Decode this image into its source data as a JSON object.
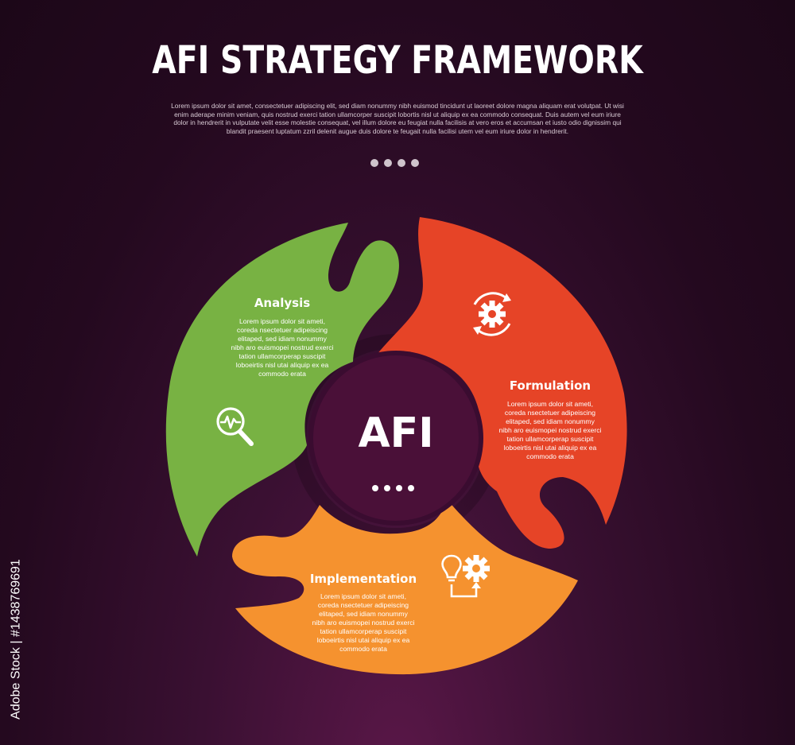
{
  "header": {
    "title": "AFI STRATEGY FRAMEWORK",
    "description": "Lorem ipsum dolor sit amet, consectetuer adipiscing elit, sed diam nonummy nibh euismod tincidunt ut laoreet dolore magna aliquam erat volutpat. Ut wisi enim aderape minim veniam, quis nostrud exerci tation ullamcorper suscipit lobortis nisl ut aliquip ex ea commodo consequat. Duis autem vel eum iriure dolor in hendrerit in vulputate velit esse molestie consequat, vel illum dolore eu feugiat nulla facilisis at vero eros et accumsan et iusto odio dignissim qui blandit praesent luptatum zzril delenit augue duis dolore te feugait nulla facilisi utem vel eum iriure dolor in hendrerit."
  },
  "center": {
    "label": "AFI"
  },
  "segments": [
    {
      "title": "Analysis",
      "text": "Lorem ipsum dolor sit ameti, coreda nsectetuer adipeiscing elitaped, sed idiam nonummy nibh aro euismopei nostrud exerci tation ullamcorperap suscipit loboeirtis nisl utai aliquip ex ea commodo erata",
      "icon": "magnifier-chart-icon",
      "color": "#78b243"
    },
    {
      "title": "Formulation",
      "text": "Lorem ipsum dolor sit ameti, coreda nsectetuer adipeiscing elitaped, sed idiam nonummy nibh aro euismopei nostrud exerci tation ullamcorperap suscipit loboeirtis nisl utai aliquip ex ea commodo erata",
      "icon": "gear-cycle-icon",
      "color": "#e64427"
    },
    {
      "title": "Implementation",
      "text": "Lorem ipsum dolor sit ameti, coreda nsectetuer adipeiscing elitaped, sed idiam nonummy nibh aro euismopei nostrud exerci tation ullamcorperap suscipit loboeirtis nisl utai aliquip ex ea commodo erata",
      "icon": "bulb-gear-icon",
      "color": "#f5922f"
    }
  ],
  "watermark": {
    "text": "Adobe Stock",
    "id_text": "Adobe Stock | #1438769691"
  },
  "colors": {
    "background": "#2a0b25",
    "analysis": "#78b243",
    "formulation": "#e64427",
    "implementation": "#f5922f"
  }
}
